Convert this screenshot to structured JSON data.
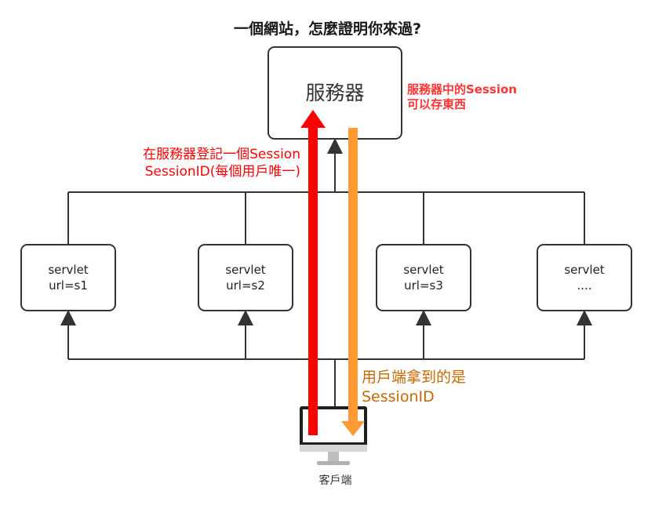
{
  "title": "一個網站，怎麼證明你來過?",
  "server": {
    "label": "服務器"
  },
  "notes": {
    "server_note_line1": "服務器中的Session",
    "server_note_line2": "可以存東西",
    "register_line1": "在服務器登記一個Session",
    "register_line2": "SessionID(每個用戶唯一)",
    "client_gets_line1": "用戶端拿到的是",
    "client_gets_line2": "SessionID"
  },
  "servlets": [
    {
      "name": "servlet",
      "url": "url=s1"
    },
    {
      "name": "servlet",
      "url": "url=s2"
    },
    {
      "name": "servlet",
      "url": "url=s3"
    },
    {
      "name": "servlet",
      "url": "...."
    }
  ],
  "client": {
    "label": "客戶端",
    "icon": "desktop-computer-icon"
  },
  "colors": {
    "register_arrow": "#ff0000",
    "client_arrow": "#ff9933",
    "register_text": "#ff0000",
    "server_note_text": "#ff3333",
    "client_text": "#cc6600",
    "lines": "#333333"
  }
}
